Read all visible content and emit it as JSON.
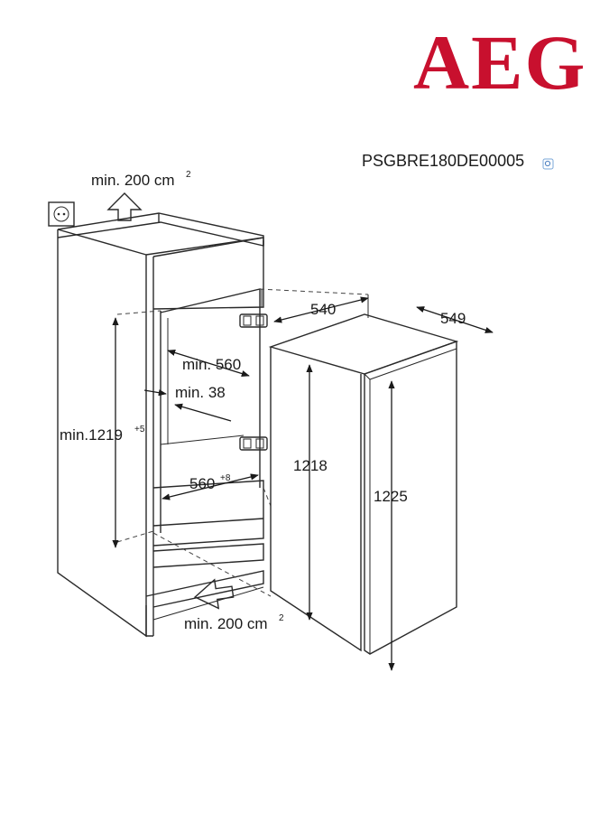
{
  "brand": {
    "logo_text": "AEG",
    "logo_color": "#c8102e"
  },
  "product_code": "PSGBRE180DE00005",
  "labels": {
    "vent_top": "min. 200 cm",
    "vent_top_sup": "2",
    "vent_bottom": "min. 200 cm",
    "vent_bottom_sup": "2",
    "niche_depth": "540",
    "appliance_depth": "549",
    "niche_min_width": "min. 560",
    "min_gap": "min. 38",
    "niche_height": "min.1219",
    "niche_height_sup": "+5",
    "niche_width": "560",
    "niche_width_sup": "+8",
    "body_height": "1218",
    "door_height": "1225"
  },
  "icons": [
    "power-socket-icon",
    "vent-up-arrow-icon",
    "vent-in-arrow-icon",
    "hinge-icon",
    "search-badge-icon"
  ]
}
